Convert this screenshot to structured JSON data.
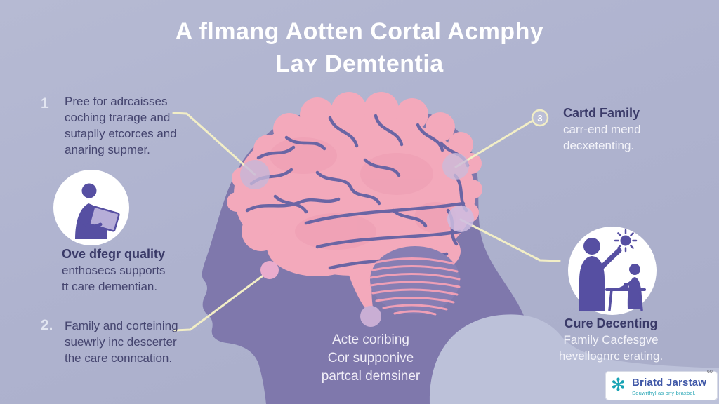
{
  "title": {
    "line1": "A flmang Aotten Cortal Acmphy",
    "line2": "Laʏ Demtentia"
  },
  "items": {
    "item1": {
      "number": "1",
      "lines": [
        "Pree for adrcaisses",
        "coching trarage and",
        "sutaplly etcorces and",
        "anaring supmer."
      ]
    },
    "left_mid": {
      "heading": "Ove dfegr quality",
      "lines": [
        "enthosecs supports",
        "tt care dementian."
      ]
    },
    "item2": {
      "number": "2.",
      "lines": [
        "Family and corteining",
        "suewrly inc descerter",
        "the care conncation."
      ]
    },
    "item3": {
      "number": "3",
      "heading": "Cartd Family",
      "lines": [
        "carr-end mend",
        "decxetenting."
      ]
    },
    "right_bottom": {
      "heading": "Cure Decenting",
      "lines": [
        "Family Cacfesgve",
        "hevellognrc erating."
      ]
    },
    "center_bottom": {
      "lines": [
        "Acte coribing",
        "Cor supponive",
        "partcal demsiner"
      ]
    }
  },
  "logo": {
    "icon": "teal-flower-asterisk-icon",
    "glyph": "✻",
    "name": "Briatd Jarstaw",
    "tagline": "Souwrthyl as ony braxbel.",
    "corner_mark": "60"
  },
  "icons": {
    "left_circle": "person-reading-tablet-icon",
    "right_circle": "caregiver-with-child-icon",
    "center": "brain-in-head-silhouette-illustration"
  },
  "colors": {
    "background": "#afb3cf",
    "background_blob": "#bcc1d9",
    "head": "#7f78ac",
    "brain_pink": "#f3a9bb",
    "brain_shade": "#ec9db2",
    "sulci": "#6a65a4",
    "cerebellum": "#877eb3",
    "connector_line": "#f2eec6",
    "marker_lavender": "#c6b6d8",
    "marker_pink": "#eaaccd",
    "icon_purple": "#564fa2",
    "text_dark": "#45456f",
    "text_light": "#f4f4fa",
    "logo_blue": "#3f57a7",
    "logo_teal": "#2aa7b6"
  }
}
